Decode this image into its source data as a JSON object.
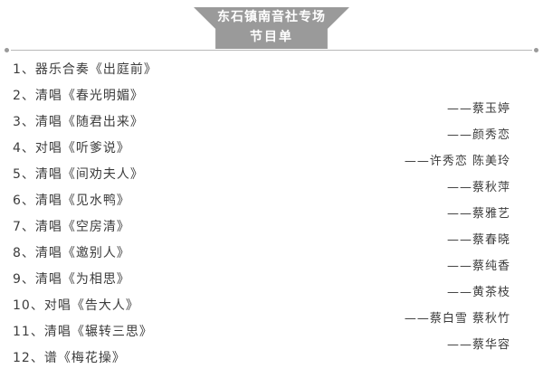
{
  "header": {
    "title_line1": "东石镇南音社专场",
    "title_line2": "节目单",
    "banner_color": "#9a9a9a"
  },
  "program": {
    "items": [
      "1、器乐合奏《出庭前》",
      "2、清唱《春光明媚》",
      "3、清唱《随君出来》",
      "4、对唱《听爹说》",
      "5、清唱《间劝夫人》",
      "6、清唱《见水鸭》",
      "7、清唱《空房清》",
      "8、清唱《邀别人》",
      "9、清唱《为相思》",
      "10、对唱《告大人》",
      "11、清唱《辗转三思》",
      "12、谱《梅花操》"
    ],
    "performers": [
      "——蔡玉婷",
      "——颜秀恋",
      "——许秀恋 陈美玲",
      "——蔡秋萍",
      "——蔡雅艺",
      "——蔡春晓",
      "——蔡纯香",
      "——黄茶枝",
      "——蔡白雪 蔡秋竹",
      "——蔡华容"
    ]
  }
}
